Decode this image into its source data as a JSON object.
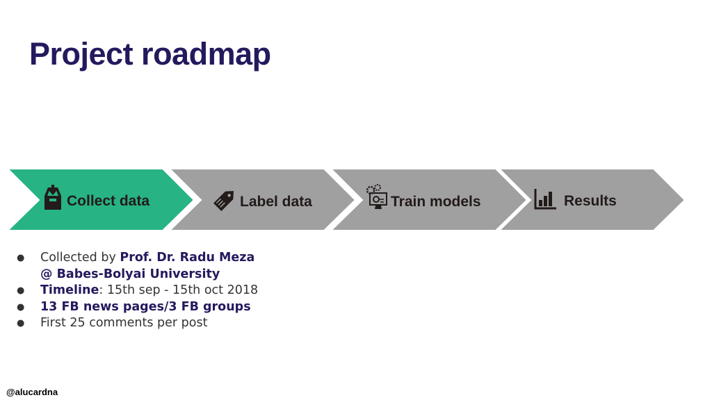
{
  "title": "Project roadmap",
  "colors": {
    "active": "#27b383",
    "inactive": "#a0a0a0",
    "title": "#231a5e"
  },
  "steps": [
    {
      "label": "Collect data",
      "icon": "inbox-download-icon",
      "active": true
    },
    {
      "label": "Label data",
      "icon": "tag-icon",
      "active": false
    },
    {
      "label": "Train models",
      "icon": "gears-monitor-icon",
      "active": false
    },
    {
      "label": "Results",
      "icon": "bar-chart-icon",
      "active": false
    }
  ],
  "bullets": {
    "b1_prefix": "Collected by ",
    "b1_bold": "Prof. Dr. Radu Meza",
    "b1_cont": "@ Babes-Bolyai University",
    "b2_bold": "Timeline",
    "b2_rest": ": 15th sep - 15th oct 2018",
    "b3_bold": "13 FB news pages/3 FB groups",
    "b4": "First 25 comments per post"
  },
  "footer": {
    "handle": "@alucardna"
  }
}
